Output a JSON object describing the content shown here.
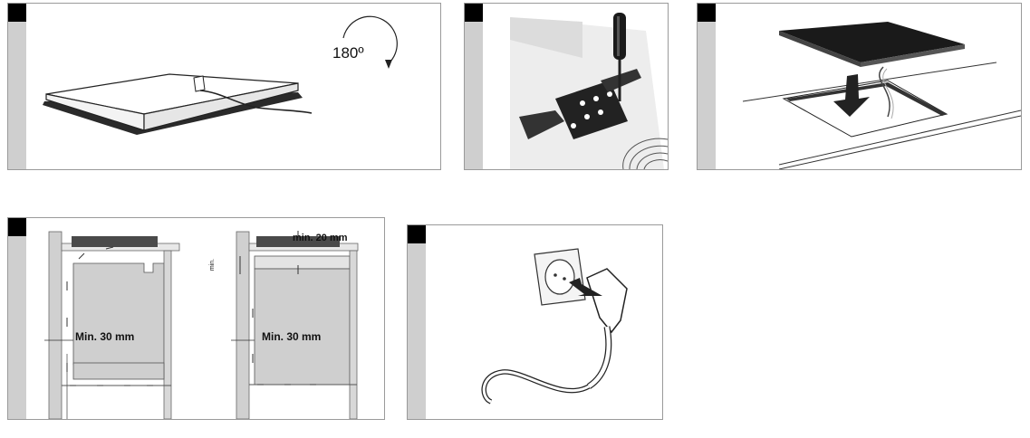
{
  "rotation_label": "180º",
  "clearance": {
    "side_left": "Min. 30 mm",
    "side_right": "Min. 30 mm",
    "top": "min. 20 mm",
    "vertical_small": "min."
  }
}
